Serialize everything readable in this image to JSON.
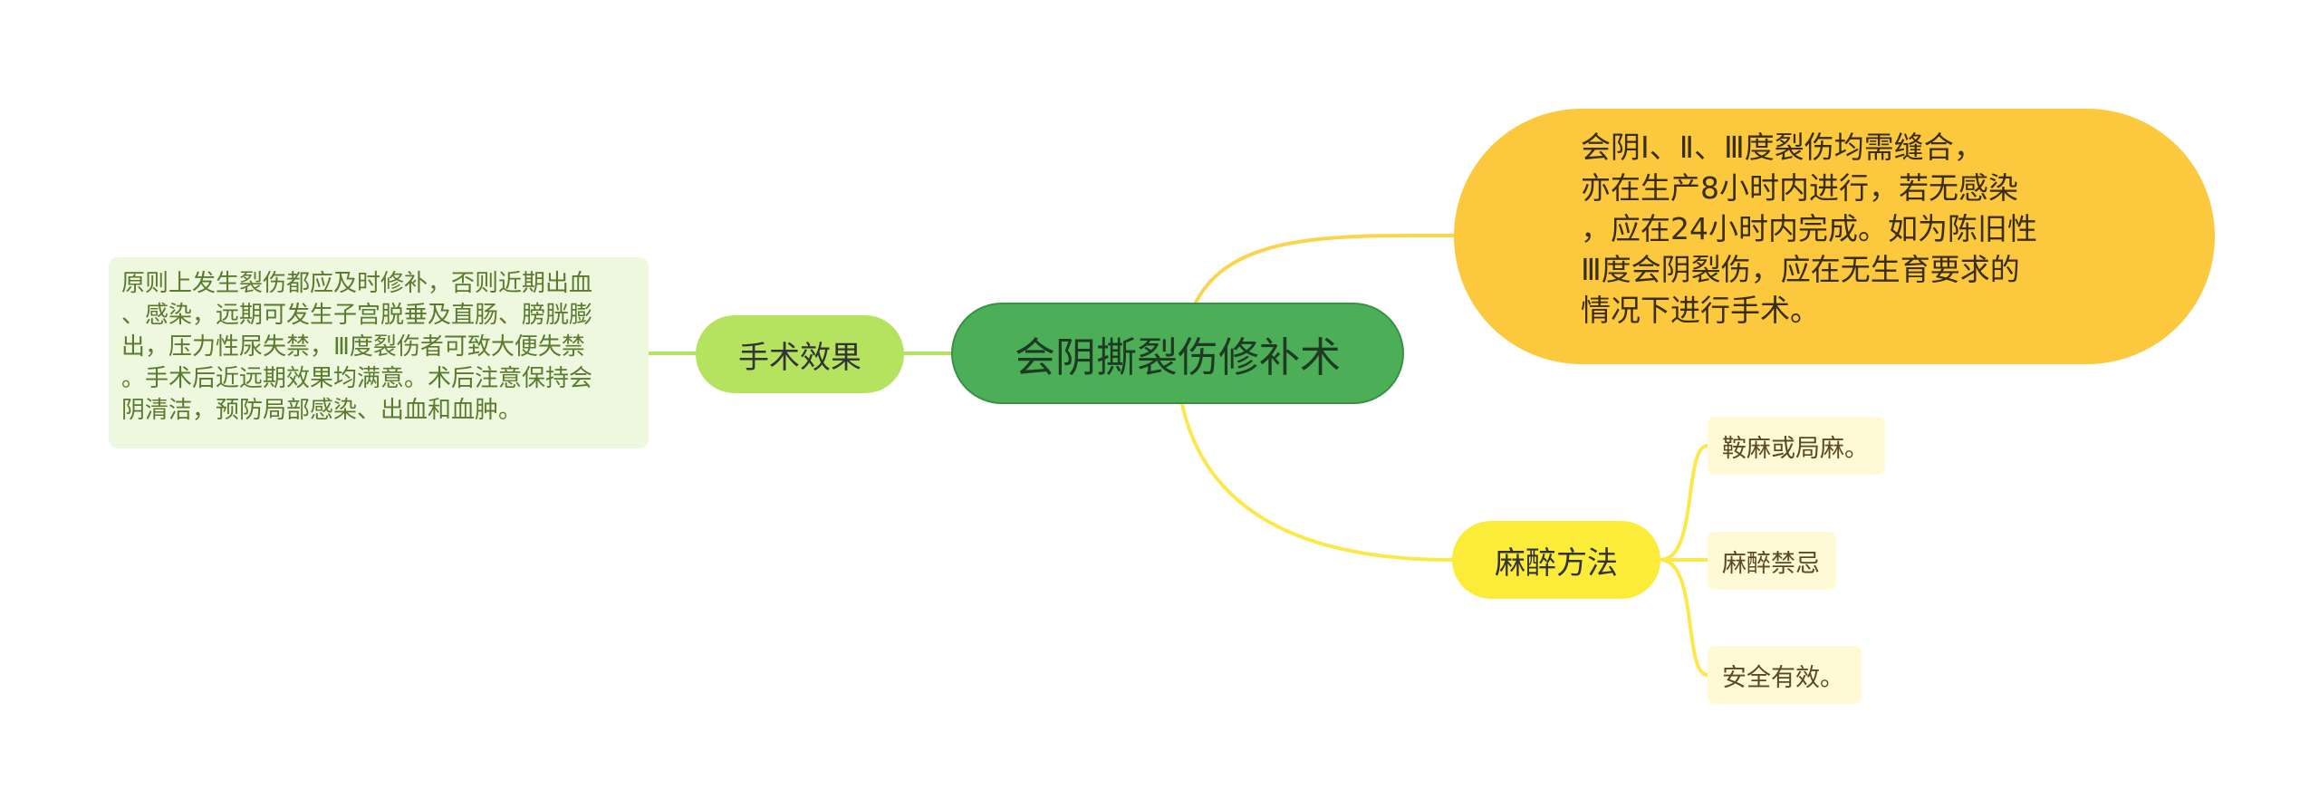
{
  "mindmap": {
    "center": {
      "title": "会阴撕裂伤修补术"
    },
    "effect": {
      "label": "手术效果",
      "note": "原则上发生裂伤都应及时修补，否则近期出血\n、感染，远期可发生子宫脱垂及直肠、膀胱膨\n出，压力性尿失禁，Ⅲ度裂伤者可致大便失禁\n。手术后近远期效果均满意。术后注意保持会\n阴清洁，预防局部感染、出血和血肿。"
    },
    "info": {
      "text": "会阴Ⅰ、Ⅱ、Ⅲ度裂伤均需缝合，\n亦在生产8小时内进行，若无感染\n，应在24小时内完成。如为陈旧性\nⅢ度会阴裂伤，应在无生育要求的\n情况下进行手术。"
    },
    "anesthesia": {
      "label": "麻醉方法",
      "items": [
        "鞍麻或局麻。",
        "麻醉禁忌",
        "安全有效。"
      ]
    }
  },
  "colors": {
    "center": "#4caf58",
    "effect": "#b5e35f",
    "effect_note": "#eef8de",
    "info": "#fcc93e",
    "anesthesia": "#fcec3a",
    "leaf": "#fff9d6",
    "link_green": "#b5e35f",
    "link_yellow": "#fcd34d",
    "link_yellow2": "#fce84a"
  }
}
